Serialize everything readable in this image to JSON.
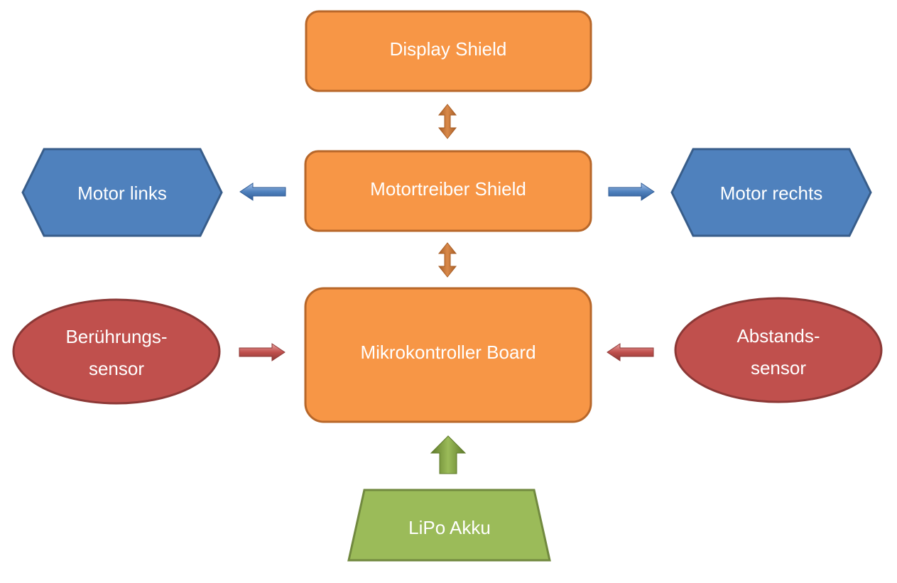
{
  "nodes": {
    "display_shield": {
      "label": "Display Shield"
    },
    "motortreiber_shield": {
      "label": "Motortreiber Shield"
    },
    "mikrokontroller_board": {
      "label": "Mikrokontroller Board"
    },
    "motor_links": {
      "label": "Motor links"
    },
    "motor_rechts": {
      "label": "Motor rechts"
    },
    "beruehrungssensor": {
      "line1": "Berührungs-",
      "line2": "sensor"
    },
    "abstandssensor": {
      "line1": "Abstands-",
      "line2": "sensor"
    },
    "lipo_akku": {
      "label": "LiPo Akku"
    }
  },
  "edges": [
    {
      "from": "display_shield",
      "to": "motortreiber_shield",
      "direction": "both"
    },
    {
      "from": "motortreiber_shield",
      "to": "mikrokontroller_board",
      "direction": "both"
    },
    {
      "from": "motortreiber_shield",
      "to": "motor_links",
      "direction": "forward"
    },
    {
      "from": "motortreiber_shield",
      "to": "motor_rechts",
      "direction": "forward"
    },
    {
      "from": "beruehrungssensor",
      "to": "mikrokontroller_board",
      "direction": "forward"
    },
    {
      "from": "abstandssensor",
      "to": "mikrokontroller_board",
      "direction": "forward"
    },
    {
      "from": "lipo_akku",
      "to": "mikrokontroller_board",
      "direction": "forward"
    }
  ],
  "colors": {
    "orange_fill": "#F79646",
    "orange_stroke": "#B7672A",
    "blue_fill": "#4F81BD",
    "blue_stroke": "#385D8A",
    "red_fill": "#C0504D",
    "red_stroke": "#8C3836",
    "green_fill": "#9BBB59",
    "green_stroke": "#71893F",
    "orange_arrow": "#C5763A",
    "blue_arrow": "#4F81BD",
    "red_arrow": "#C0504D",
    "green_arrow": "#77933C"
  }
}
